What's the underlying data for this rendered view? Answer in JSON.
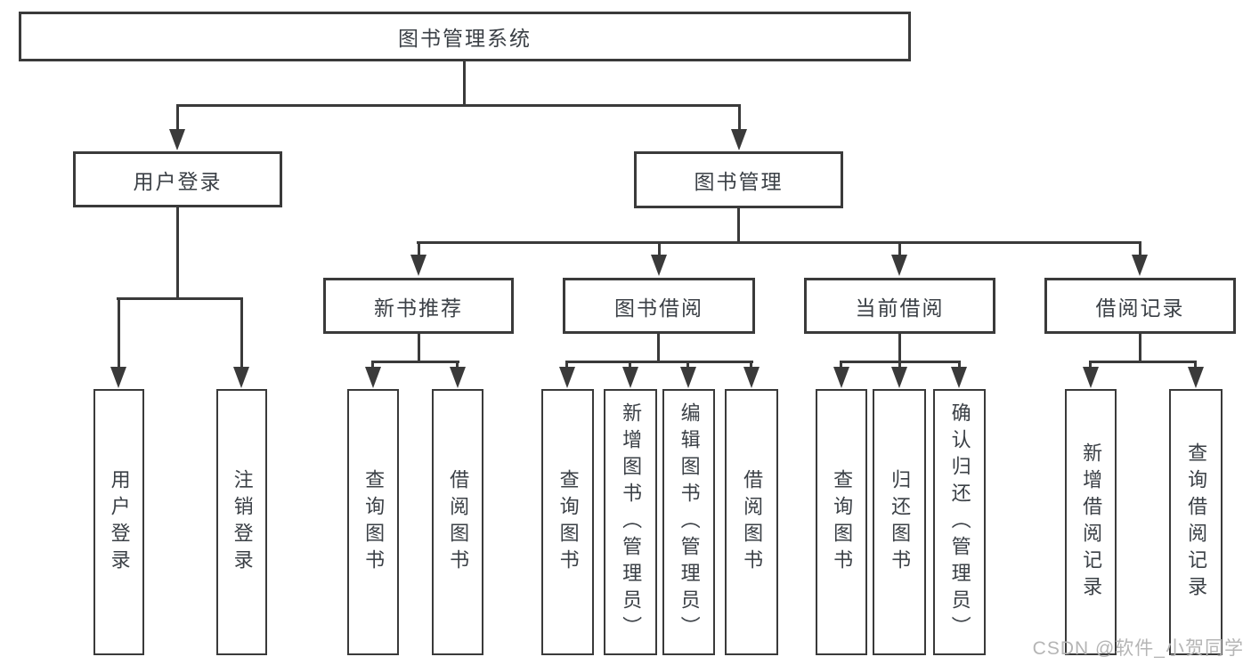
{
  "colors": {
    "line": "#3a3a3a",
    "text": "#3b4046",
    "watermark": "#b5b5b5"
  },
  "nodes": {
    "root": "图书管理系统",
    "l2_user": "用户登录",
    "l2_book": "图书管理",
    "l3_new": "新书推荐",
    "l3_borrow": "图书借阅",
    "l3_current": "当前借阅",
    "l3_record": "借阅记录",
    "leaf_user_login": "用户登录",
    "leaf_logout": "注销登录",
    "leaf_nb_query": "查询图书",
    "leaf_nb_borrow": "借阅图书",
    "leaf_bb_query": "查询图书",
    "leaf_bb_add": "新增图书（管理员）",
    "leaf_bb_edit": "编辑图书（管理员）",
    "leaf_bb_borrow": "借阅图书",
    "leaf_cb_query": "查询图书",
    "leaf_cb_return": "归还图书",
    "leaf_cb_confirm": "确认归还（管理员）",
    "leaf_br_add": "新增借阅记录",
    "leaf_br_query": "查询借阅记录"
  },
  "watermark": "CSDN @软件_小贺同学"
}
